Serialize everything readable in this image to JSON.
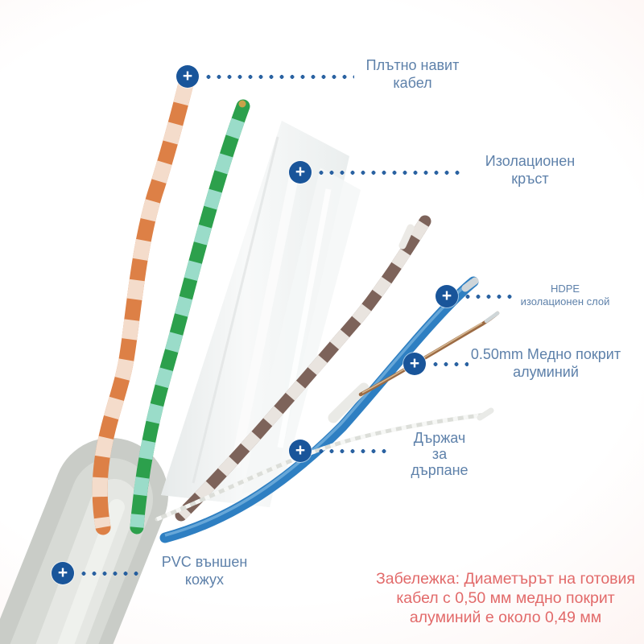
{
  "ui": {
    "marker_symbol": "+"
  },
  "colors": {
    "marker": "#19559a",
    "leader_dot": "#19559a",
    "label_text": "#5e81aa",
    "note_text": "#e26a6a",
    "jacket_gray": "#c9ccc7",
    "wire_orange": "#dd8046",
    "wire_orange_white": "#f4dccb",
    "wire_green": "#2ca04c",
    "wire_green_white": "#9adcc9",
    "wire_brown": "#7d635a",
    "wire_brown_white": "#e9e4df",
    "wire_blue": "#2e7fc2",
    "copper": "#9c6b44",
    "film_white": "#eef1f1",
    "ripcord_white": "#dcded9"
  },
  "annotations": [
    {
      "id": "tight-twist",
      "lines": [
        "Плътно навит",
        "кабел"
      ]
    },
    {
      "id": "insulation-cross",
      "lines": [
        "Изолационен",
        "кръст"
      ]
    },
    {
      "id": "hdpe-layer",
      "lines": [
        "HDPE",
        "изолационен слой"
      ]
    },
    {
      "id": "copper-clad-aluminum",
      "lines": [
        "0.50mm Медно покрит",
        "алуминий"
      ]
    },
    {
      "id": "pull-ripcord",
      "lines": [
        "Държач",
        "за",
        "дърпане"
      ]
    },
    {
      "id": "pvc-jacket",
      "lines": [
        "PVC външен",
        "кожух"
      ]
    }
  ],
  "note": {
    "lines": [
      "Забележка: Диаметърът на готовия",
      "кабел с 0,50 мм медно покрит",
      "алуминий е около 0,49 мм"
    ]
  }
}
